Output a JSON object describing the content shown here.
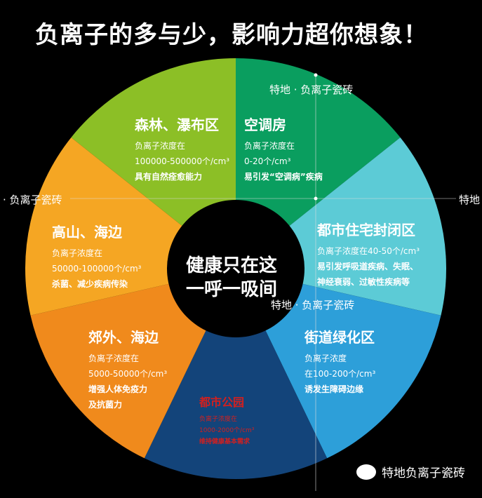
{
  "title": "负离子的多与少，影响力超你想象！",
  "center": {
    "line1": "健康只在这",
    "line2": "一呼一吸间"
  },
  "watermarks": {
    "top_right": "特地 · 负离子瓷砖",
    "left": "· 负离子瓷砖",
    "right": "特地",
    "center": "特地 · 负离子瓷砖"
  },
  "logo_text": "特地负离子瓷砖",
  "segments": [
    {
      "title": "森林、瀑布区",
      "lines": [
        "负离子浓度在",
        "100000-500000个/cm³"
      ],
      "bold": [
        "具有自然痊愈能力"
      ],
      "color": "#8CBF26"
    },
    {
      "title": "空调房",
      "lines": [
        "负离子浓度在",
        "0-20个/cm³"
      ],
      "bold": [
        "易引发“空调病”疾病"
      ],
      "color": "#0A9E5F"
    },
    {
      "title": "都市住宅封闭区",
      "lines": [
        "负离子浓度在40-50个/cm³"
      ],
      "bold": [
        "易引发呼吸道疾病、失眠、",
        "神经衰弱、过敏性疾病等"
      ],
      "color": "#5CCBD6"
    },
    {
      "title": "街道绿化区",
      "lines": [
        "负离子浓度",
        "在100-200个/cm³"
      ],
      "bold": [
        "诱发生障碍边缘"
      ],
      "color": "#2D9FD9"
    },
    {
      "title": "都市公园",
      "lines": [
        "负离子浓度在",
        "1000-2000个/cm³"
      ],
      "bold": [
        "维持健康基本需求"
      ],
      "color": "#13447A"
    },
    {
      "title": "郊外、海边",
      "lines": [
        "负离子浓度在",
        "5000-50000个/cm³"
      ],
      "bold": [
        "增强人体免疫力",
        "及抗菌力"
      ],
      "color": "#F08A1C"
    },
    {
      "title": "高山、海边",
      "lines": [
        "负离子浓度在",
        "50000-100000个/cm³"
      ],
      "bold": [
        "杀菌、减少疾病传染"
      ],
      "color": "#F5A623"
    }
  ],
  "icon": "wechat-icon"
}
